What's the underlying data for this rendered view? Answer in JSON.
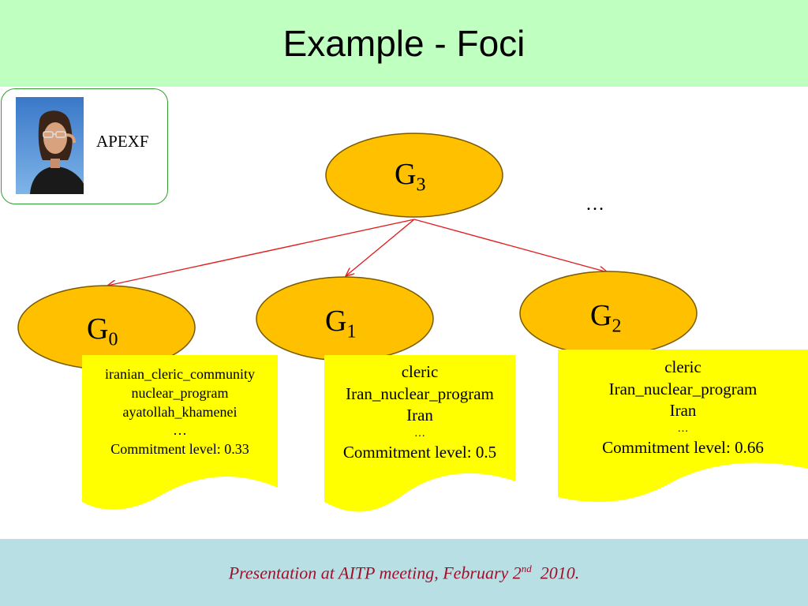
{
  "slide": {
    "title": "Example - Foci",
    "footer": {
      "text": "Presentation at  AITP meeting, February 2",
      "sup": "nd",
      "year": "  2010."
    }
  },
  "avatar": {
    "label": "APEXF"
  },
  "diagram": {
    "root": {
      "letter": "G",
      "sub": "3"
    },
    "ellipsis": "…",
    "children": [
      {
        "letter": "G",
        "sub": "0",
        "lines": [
          "iranian_cleric_community",
          "nuclear_program",
          "ayatollah_khamenei",
          "…"
        ],
        "commitment": "Commitment level: 0.33"
      },
      {
        "letter": "G",
        "sub": "1",
        "lines": [
          "cleric",
          "Iran_nuclear_program",
          "Iran",
          "…"
        ],
        "commitment": "Commitment level: 0.5"
      },
      {
        "letter": "G",
        "sub": "2",
        "lines": [
          "cleric",
          "Iran_nuclear_program",
          "Iran",
          "…"
        ],
        "commitment": "Commitment level: 0.66"
      }
    ],
    "colors": {
      "node": "#ffc000",
      "note": "#ffff00",
      "arrow": "#e02020"
    }
  }
}
